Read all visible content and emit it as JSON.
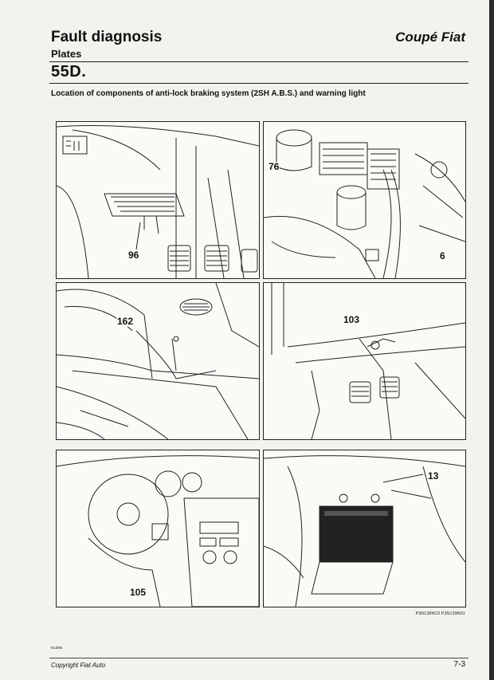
{
  "header": {
    "title": "Fault diagnosis",
    "brand": "Coupé Fiat",
    "subtitle": "Plates",
    "section": "55D.",
    "caption": "Location of components of anti-lock braking system (2SH A.B.S.) and warning light"
  },
  "panels": [
    {
      "id": "p1",
      "callout": "96",
      "scene": "pedals-ecu"
    },
    {
      "id": "p2",
      "callout": "76",
      "callout2": "6",
      "scene": "engine-bay-modulator"
    },
    {
      "id": "p3",
      "callout": "162",
      "scene": "floor-sensor"
    },
    {
      "id": "p4",
      "callout": "103",
      "scene": "pedal-switch"
    },
    {
      "id": "p5",
      "callout": "105",
      "scene": "dashboard-warning-light"
    },
    {
      "id": "p6",
      "callout": "13",
      "scene": "battery"
    }
  ],
  "footer": {
    "ref_code": "P3N138NC0  P3N139N01",
    "small_code": "N138N",
    "copyright": "Copyright Fiat Auto",
    "page_number": "7-3"
  },
  "colors": {
    "ink": "#111111",
    "paper": "#f4f2ee"
  }
}
